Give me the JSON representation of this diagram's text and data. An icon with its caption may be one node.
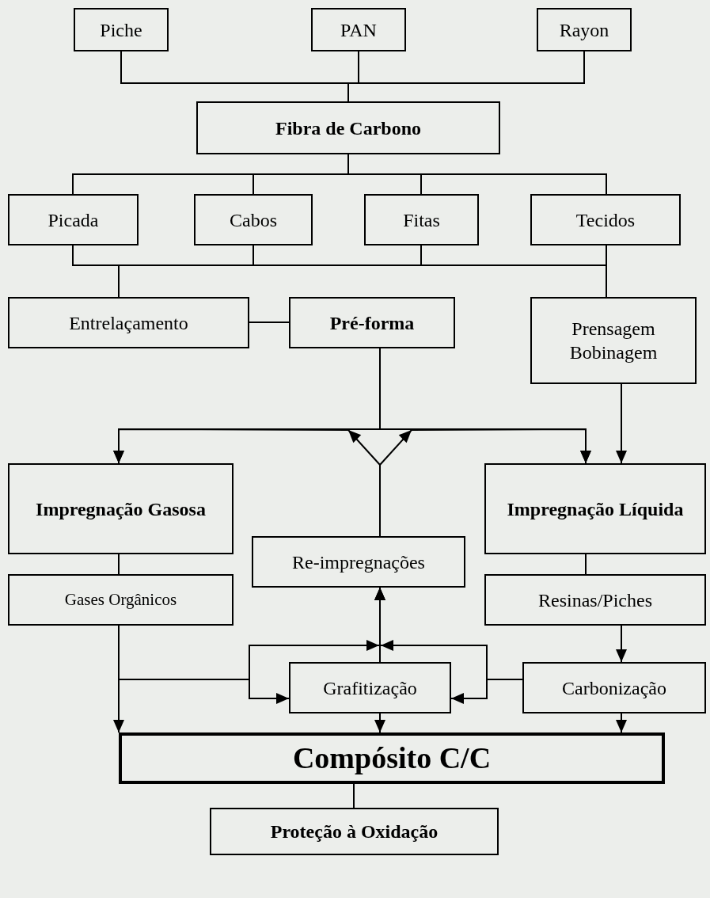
{
  "diagram": {
    "nodes": [
      {
        "text": [
          "Piche"
        ]
      },
      {
        "text": [
          "PAN"
        ]
      },
      {
        "text": [
          "Rayon"
        ]
      },
      {
        "text": [
          "Fibra de Carbono"
        ]
      },
      {
        "text": [
          "Picada"
        ]
      },
      {
        "text": [
          "Cabos"
        ]
      },
      {
        "text": [
          "Fitas"
        ]
      },
      {
        "text": [
          "Tecidos"
        ]
      },
      {
        "text": [
          "Entrelaçamento"
        ]
      },
      {
        "text": [
          "Pré-forma"
        ]
      },
      {
        "text": [
          "Prensagem Bobinagem"
        ]
      },
      {
        "text": [
          "Impregnação Gasosa"
        ]
      },
      {
        "text": [
          "Re-impregnações"
        ]
      },
      {
        "text": [
          "Impregnação Líquida"
        ]
      },
      {
        "text": [
          "Gases Orgânicos"
        ]
      },
      {
        "text": [
          "Resinas/Piches"
        ]
      },
      {
        "text": [
          "Grafitização"
        ]
      },
      {
        "text": [
          "Carbonização"
        ]
      },
      {
        "text": [
          "Compósito C/C"
        ]
      },
      {
        "text": [
          "Proteção à Oxidação"
        ]
      }
    ],
    "edges": [
      {
        "from": 0,
        "to": 3,
        "arrow": "none"
      },
      {
        "from": 1,
        "to": 3,
        "arrow": "none"
      },
      {
        "from": 2,
        "to": 3,
        "arrow": "none"
      },
      {
        "from": 3,
        "to": 4,
        "arrow": "none"
      },
      {
        "from": 3,
        "to": 5,
        "arrow": "none"
      },
      {
        "from": 3,
        "to": 6,
        "arrow": "none"
      },
      {
        "from": 3,
        "to": 7,
        "arrow": "none"
      },
      {
        "from": 4,
        "to": 8,
        "arrow": "none"
      },
      {
        "from": 5,
        "to": 8,
        "arrow": "none"
      },
      {
        "from": 6,
        "to": 8,
        "arrow": "none"
      },
      {
        "from": 7,
        "to": 8,
        "arrow": "none"
      },
      {
        "from": 4,
        "to": 10,
        "arrow": "none"
      },
      {
        "from": 5,
        "to": 10,
        "arrow": "none"
      },
      {
        "from": 6,
        "to": 10,
        "arrow": "none"
      },
      {
        "from": 7,
        "to": 10,
        "arrow": "none"
      },
      {
        "from": 8,
        "to": 9,
        "arrow": "none"
      },
      {
        "from": 9,
        "to": 11,
        "arrow": "to"
      },
      {
        "from": 9,
        "to": 13,
        "arrow": "to"
      },
      {
        "from": 12,
        "to": 11,
        "arrow": "to"
      },
      {
        "from": 12,
        "to": 13,
        "arrow": "to"
      },
      {
        "from": 10,
        "to": 13,
        "arrow": "to"
      },
      {
        "from": 11,
        "to": 14,
        "arrow": "none"
      },
      {
        "from": 13,
        "to": 15,
        "arrow": "none"
      },
      {
        "from": 15,
        "to": 17,
        "arrow": "to"
      },
      {
        "from": 14,
        "to": 16,
        "arrow": "to"
      },
      {
        "from": 14,
        "to": 12,
        "arrow": "to"
      },
      {
        "from": 14,
        "to": 18,
        "arrow": "to"
      },
      {
        "from": 17,
        "to": 16,
        "arrow": "to"
      },
      {
        "from": 17,
        "to": 12,
        "arrow": "to"
      },
      {
        "from": 17,
        "to": 18,
        "arrow": "to"
      },
      {
        "from": 16,
        "to": 12,
        "arrow": "to"
      },
      {
        "from": 16,
        "to": 18,
        "arrow": "to"
      },
      {
        "from": 18,
        "to": 19,
        "arrow": "none"
      }
    ]
  }
}
